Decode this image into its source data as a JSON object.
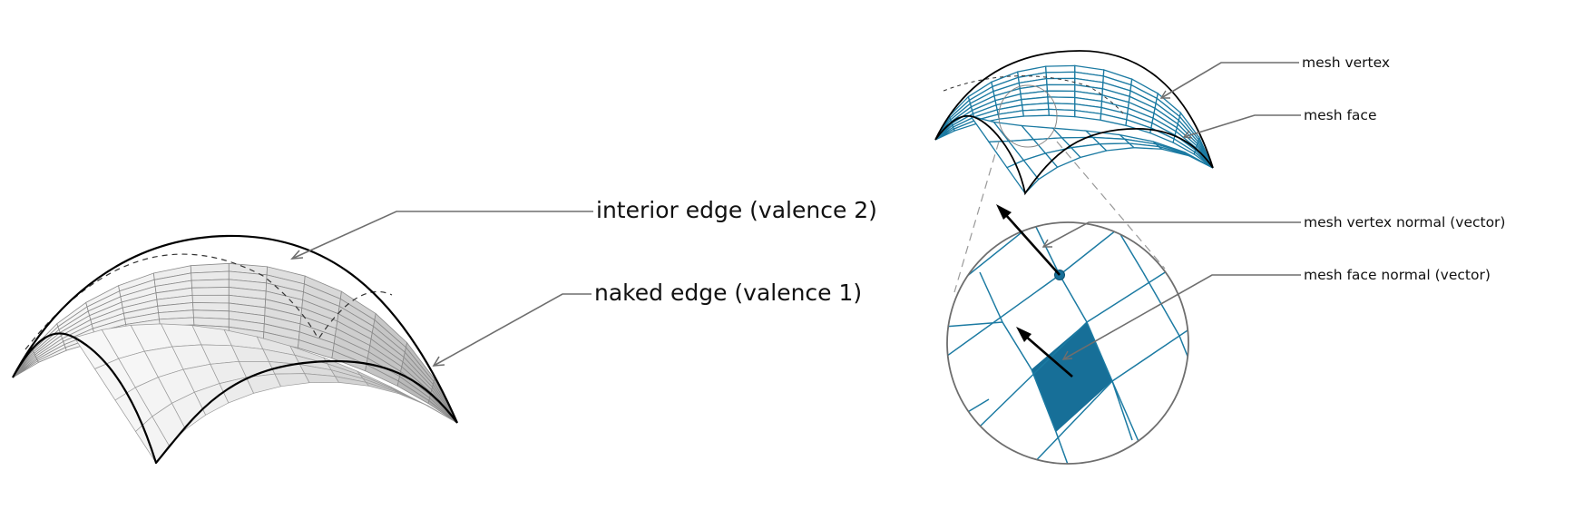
{
  "left_figure": {
    "labels": {
      "interior_edge": "interior edge (valence 2)",
      "naked_edge": "naked edge (valence 1)"
    }
  },
  "right_figure": {
    "labels": {
      "mesh_vertex": "mesh vertex",
      "mesh_face": "mesh face",
      "mesh_vertex_normal": "mesh vertex normal (vector)",
      "mesh_face_normal": "mesh face normal (vector)"
    }
  },
  "colors": {
    "mesh_blue": "#1b7aa2",
    "face_fill": "#176f98",
    "outline": "#000000",
    "leader": "#6e6e6e",
    "shade_light": "#f7f7f7",
    "shade_dark": "#9c9c9c"
  }
}
